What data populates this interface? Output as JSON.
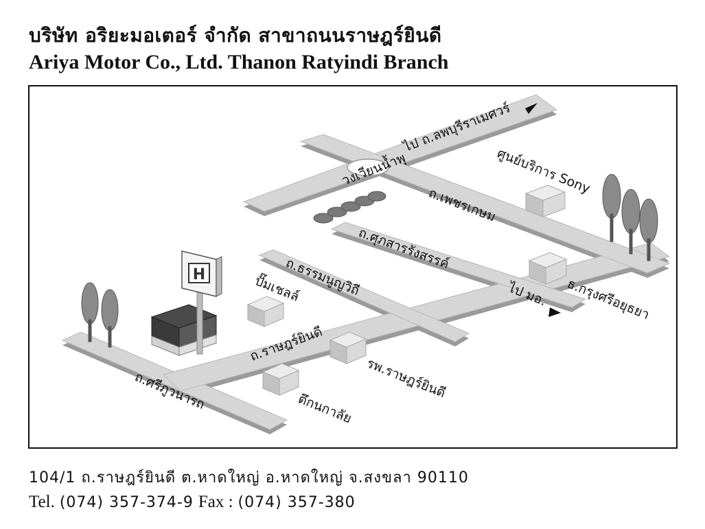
{
  "header": {
    "title_th": "บริษัท อริยะมอเตอร์ จำกัด สาขาถนนราษฎร์ยินดี",
    "title_en": "Ariya Motor Co., Ltd. Thanon Ratyindi Branch"
  },
  "map": {
    "roads": {
      "ratyindi": "ถ.ราษฎร์ยินดี",
      "sriphuwanart": "ถ.ศรีภูวนารถ",
      "thammanoonwithi": "ถ.ธรรมนูญวิถี",
      "sukhasarn": "ถ.ศุภสารรังสรรค์",
      "phetkasem": "ถ.เพชรเกษม",
      "to_lopburi": "ไป ถ.ลพบุรีราเมศวร์",
      "to_mo": "ไป มอ."
    },
    "landmarks": {
      "fountain_circle": "วงเวียนน้ำพุ",
      "sony_center": "ศูนย์บริการ Sony",
      "gas_station": "ปั๊มเชลล์",
      "krungsri_bank": "ธ.กรุงศรีอยุธยา",
      "hospital": "รพ.ราษฎร์ยินดี",
      "building": "ตึกนกาลัย"
    },
    "colors": {
      "road": "#d6d6d6",
      "road_edge": "#9a9a9a",
      "building_top": "#ececec",
      "building_side": "#c2c2c2",
      "tree": "#8a8a8a",
      "dealer_dark": "#4a4a4a"
    }
  },
  "footer": {
    "address": "104/1 ถ.ราษฎร์ยินดี ต.หาดใหญ่ อ.หาดใหญ่ จ.สงขลา 90110",
    "tel_label": "Tel.",
    "tel": "(074) 357-374-9",
    "fax_label": "Fax :",
    "fax": "(074) 357-380"
  }
}
